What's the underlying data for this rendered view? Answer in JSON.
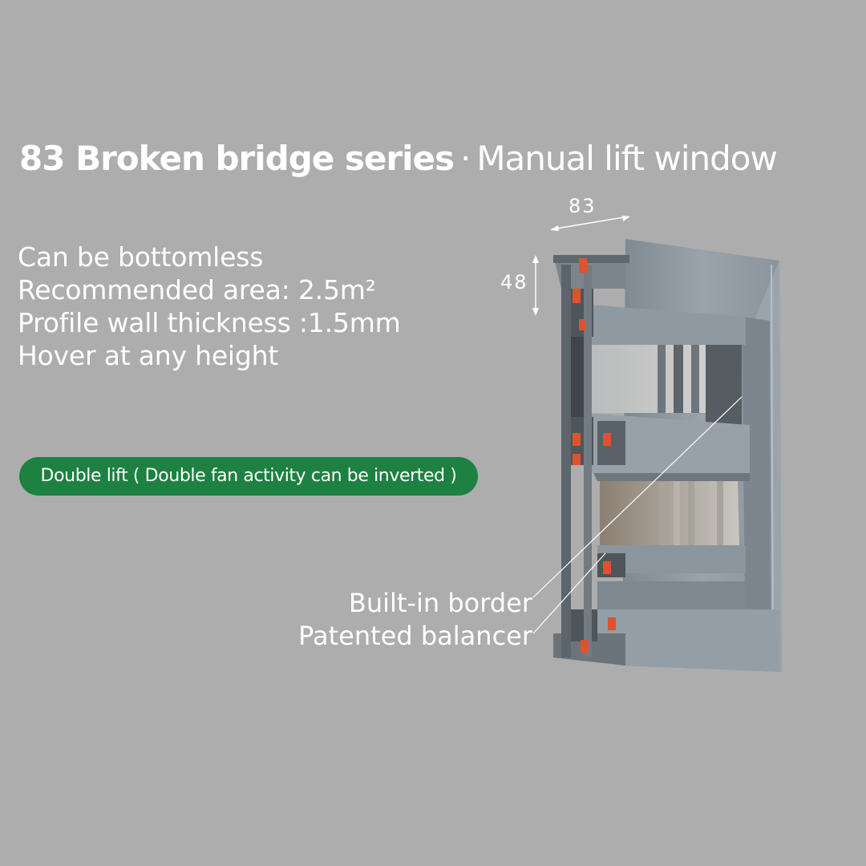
{
  "title": {
    "bold": "83 Broken bridge series",
    "separator": "·",
    "light": "Manual lift window"
  },
  "features": [
    "Can be bottomless",
    "Recommended area: 2.5m²",
    "Profile wall thickness :1.5mm",
    "Hover at any height"
  ],
  "badge": "Double lift ( Double fan activity can be inverted )",
  "callout": {
    "line1": "Built-in border",
    "line2": "Patented balancer"
  },
  "dimensions": {
    "width": "83",
    "height": "48"
  },
  "colors": {
    "background": "#adadad",
    "badge": "#1c8141",
    "text": "#ffffff",
    "profile": "#8a949e",
    "thermal_break": "#e0522d"
  }
}
